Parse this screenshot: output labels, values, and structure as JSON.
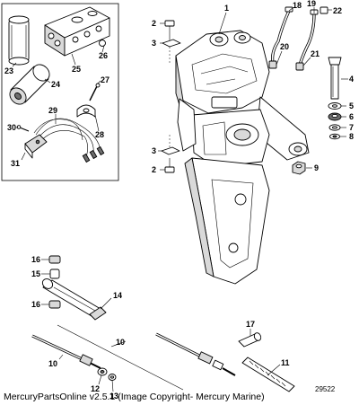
{
  "diagram": {
    "callouts": [
      {
        "id": "c1",
        "text": "1"
      },
      {
        "id": "c2a",
        "text": "2"
      },
      {
        "id": "c3a",
        "text": "3"
      },
      {
        "id": "c4",
        "text": "4"
      },
      {
        "id": "c5",
        "text": "5"
      },
      {
        "id": "c6",
        "text": "6"
      },
      {
        "id": "c7",
        "text": "7"
      },
      {
        "id": "c8",
        "text": "8"
      },
      {
        "id": "c9",
        "text": "9"
      },
      {
        "id": "c3b",
        "text": "3"
      },
      {
        "id": "c2b",
        "text": "2"
      },
      {
        "id": "c18",
        "text": "18"
      },
      {
        "id": "c19",
        "text": "19"
      },
      {
        "id": "c20",
        "text": "20"
      },
      {
        "id": "c21",
        "text": "21"
      },
      {
        "id": "c22",
        "text": "22"
      },
      {
        "id": "c23",
        "text": "23"
      },
      {
        "id": "c24",
        "text": "24"
      },
      {
        "id": "c25",
        "text": "25"
      },
      {
        "id": "c26",
        "text": "26"
      },
      {
        "id": "c27",
        "text": "27"
      },
      {
        "id": "c28",
        "text": "28"
      },
      {
        "id": "c29",
        "text": "29"
      },
      {
        "id": "c30",
        "text": "30"
      },
      {
        "id": "c31",
        "text": "31"
      },
      {
        "id": "c16a",
        "text": "16"
      },
      {
        "id": "c15",
        "text": "15"
      },
      {
        "id": "c16b",
        "text": "16"
      },
      {
        "id": "c14",
        "text": "14"
      },
      {
        "id": "c10a",
        "text": "10"
      },
      {
        "id": "c10b",
        "text": "10"
      },
      {
        "id": "c12",
        "text": "12"
      },
      {
        "id": "c13",
        "text": "13"
      },
      {
        "id": "c17",
        "text": "17"
      },
      {
        "id": "c11",
        "text": "11"
      }
    ],
    "drawing_number": "29522",
    "footer": "MercuryPartsOnline v2.5.1 (Image Copyright- Mercury Marine)"
  }
}
